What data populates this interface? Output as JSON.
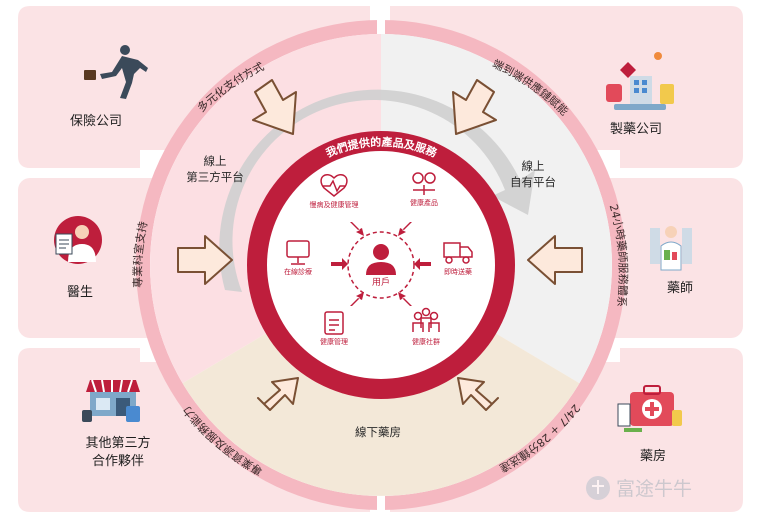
{
  "stakeholders": {
    "insurance": "保險公司",
    "doctor": "醫生",
    "partners_line1": "其他第三方",
    "partners_line2": "合作夥伴",
    "pharma": "製藥公司",
    "pharmacist": "藥師",
    "pharmacy": "藥房"
  },
  "ring_labels": {
    "payment": "多元化支付方式",
    "pro_support": "專業科室支持",
    "pro_resources": "專業資源及服務能力",
    "e2e": "端到端供應鏈賦能",
    "pharmacist_service": "24小時藥師服務體系",
    "delivery": "24/7 + 28分鐘送達"
  },
  "sectors": {
    "online_third_line1": "線上",
    "online_third_line2": "第三方平台",
    "online_own_line1": "線上",
    "online_own_line2": "自有平台",
    "offline": "線下藥房"
  },
  "core": {
    "arc_title": "我們提供的產品及服務",
    "user": "用戶",
    "services": {
      "chronic": "慢病及健康管理",
      "products": "健康產品",
      "online_consult": "在線診療",
      "instant_delivery": "即時送藥",
      "health_mgmt": "健康管理",
      "community": "健康社群"
    }
  },
  "watermark": "富途牛牛",
  "colors": {
    "brand_red": "#be1e3c",
    "panel_pink": "#fbe3e5",
    "ring_pink": "#f2a0ad",
    "offline_beige": "#f3e8d8",
    "online_own_grey": "#f0f0f0",
    "arrow_outline": "#7a5034"
  },
  "icons": {
    "insurance": "businessman-running-icon",
    "doctor": "doctor-icon",
    "partners": "storefront-icon",
    "pharma": "medicine-factory-icon",
    "pharmacist": "pharmacist-icon",
    "pharmacy": "first-aid-kit-icon",
    "chronic": "heart-pulse-icon",
    "products": "pills-icon",
    "online_consult": "monitor-icon",
    "instant_delivery": "delivery-truck-icon",
    "health_mgmt": "clipboard-icon",
    "community": "people-group-icon",
    "user": "user-icon"
  }
}
